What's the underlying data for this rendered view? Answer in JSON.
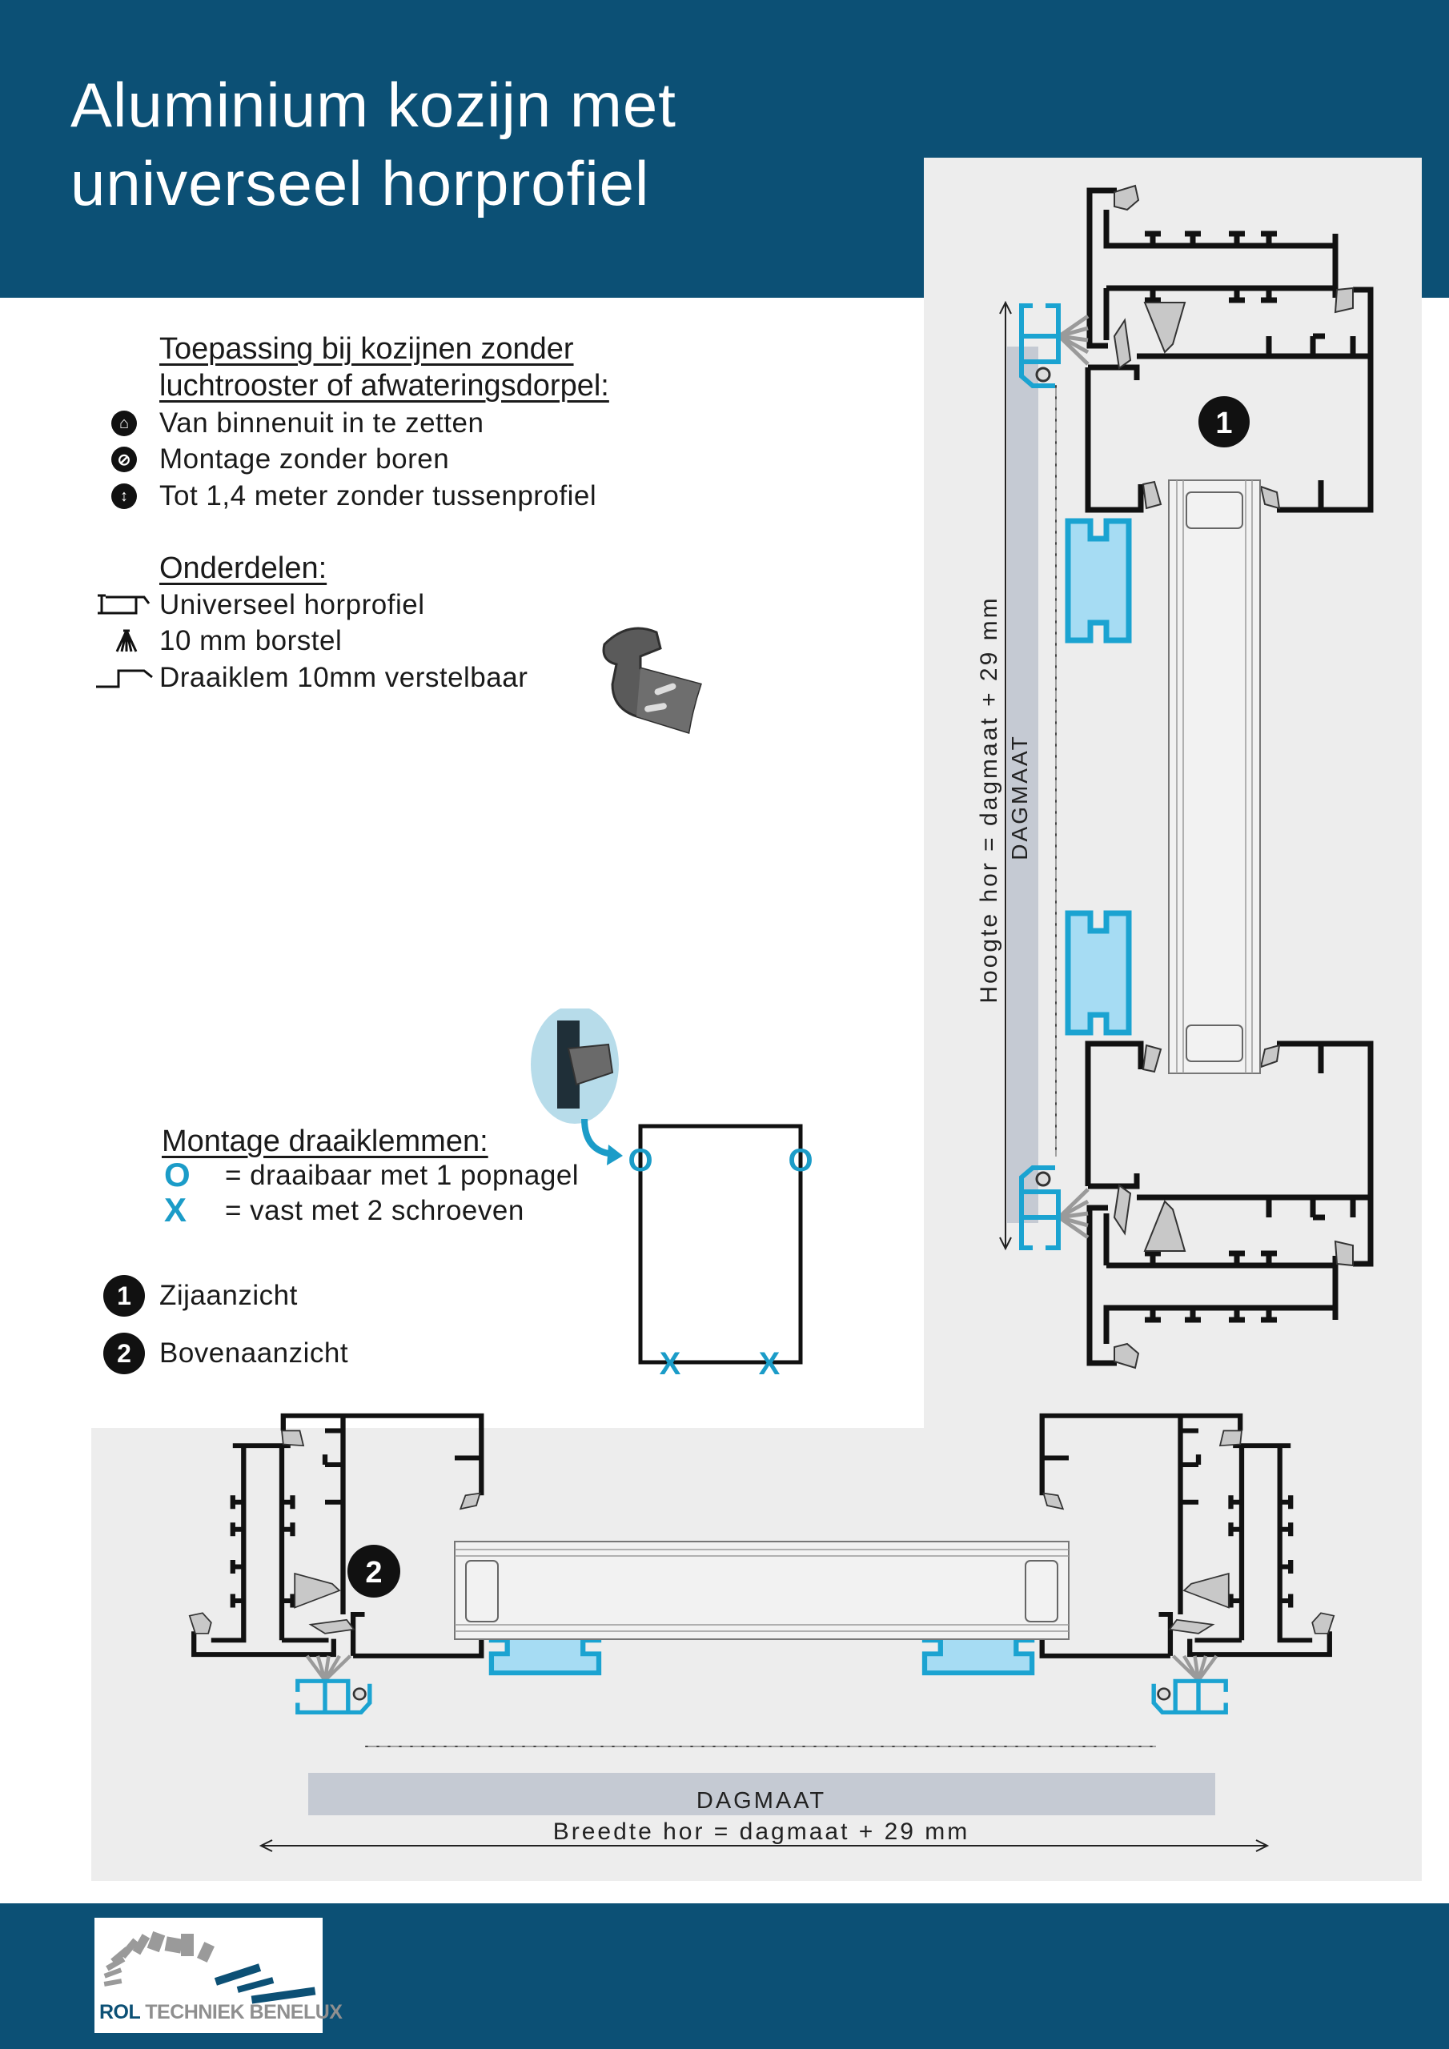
{
  "header": {
    "title_line1": "Aluminium kozijn met",
    "title_line2": "universeel horprofiel"
  },
  "application": {
    "heading_line1": "Toepassing bij kozijnen zonder",
    "heading_line2": "luchtrooster of afwateringsdorpel:",
    "features": [
      {
        "icon": "house-icon",
        "label": "Van binnenuit in te zetten"
      },
      {
        "icon": "no-drill-icon",
        "label": "Montage zonder boren"
      },
      {
        "icon": "vertical-arrow-icon",
        "label": "Tot 1,4 meter zonder tussenprofiel"
      }
    ]
  },
  "parts": {
    "heading": "Onderdelen:",
    "items": [
      {
        "icon": "profile-icon",
        "label": "Universeel horprofiel"
      },
      {
        "icon": "brush-icon",
        "label": "10 mm borstel"
      },
      {
        "icon": "clamp-icon",
        "label": "Draaiklem 10mm verstelbaar"
      }
    ]
  },
  "mounting": {
    "heading": "Montage draaiklemmen:",
    "legend": [
      {
        "symbol": "O",
        "label": "= draaibaar met 1 popnagel"
      },
      {
        "symbol": "X",
        "label": "= vast met 2 schroeven"
      }
    ],
    "diagram_top_markers": [
      "O",
      "O"
    ],
    "diagram_bottom_markers": [
      "X",
      "X"
    ]
  },
  "views": [
    {
      "number": "1",
      "label": "Zijaanzicht"
    },
    {
      "number": "2",
      "label": "Bovenaanzicht"
    }
  ],
  "side_view": {
    "badge": "1",
    "dimension_label": "Hoogte hor = dagmaat + 29 mm",
    "dagmaat_label": "DAGMAAT"
  },
  "top_view": {
    "badge": "2",
    "dimension_label": "Breedte hor = dagmaat + 29 mm",
    "dagmaat_label": "DAGMAAT"
  },
  "logo": {
    "text_primary": "ROL",
    "text_secondary": "TECHNIEK BENELUX"
  },
  "colors": {
    "brand_blue": "#0c5075",
    "accent_blue": "#1b9cc8",
    "panel_gray": "#ededed"
  }
}
